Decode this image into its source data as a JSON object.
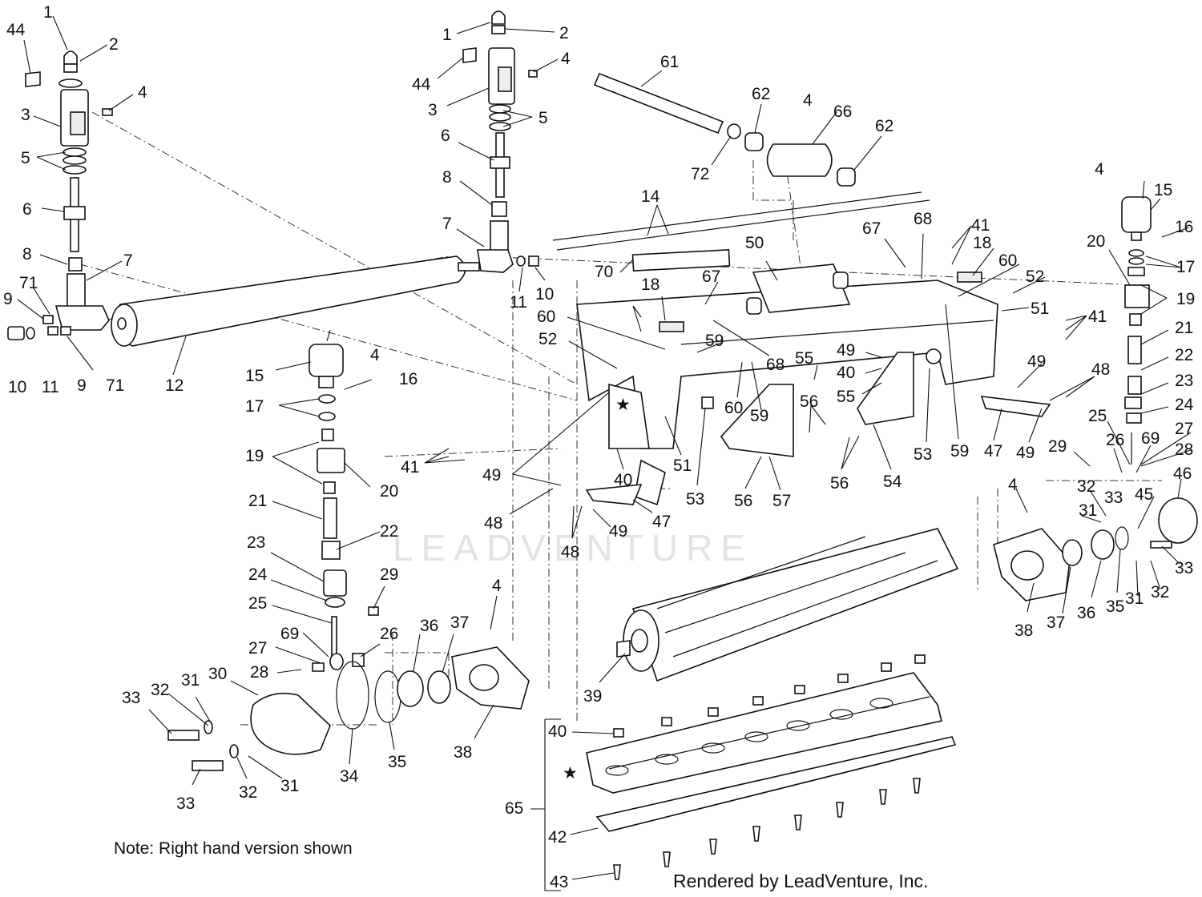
{
  "diagram": {
    "note": "Note: Right hand version shown",
    "credit": "Rendered by LeadVenture, Inc.",
    "watermark": "LEADVENTURE",
    "star_symbol": "★",
    "labels": [
      {
        "id": "l1",
        "text": "1"
      },
      {
        "id": "l2",
        "text": "2"
      },
      {
        "id": "l3",
        "text": "44"
      },
      {
        "id": "l4",
        "text": "3"
      },
      {
        "id": "l5",
        "text": "4"
      },
      {
        "id": "l6",
        "text": "5"
      },
      {
        "id": "l7",
        "text": "6"
      },
      {
        "id": "l8",
        "text": "8"
      },
      {
        "id": "l9",
        "text": "7"
      },
      {
        "id": "l10",
        "text": "9"
      },
      {
        "id": "l11",
        "text": "71"
      },
      {
        "id": "l12",
        "text": "10"
      },
      {
        "id": "l13",
        "text": "11"
      },
      {
        "id": "l14",
        "text": "9"
      },
      {
        "id": "l15",
        "text": "71"
      },
      {
        "id": "l16",
        "text": "12"
      },
      {
        "id": "l17",
        "text": "1"
      },
      {
        "id": "l18",
        "text": "2"
      },
      {
        "id": "l19",
        "text": "4"
      },
      {
        "id": "l20",
        "text": "44"
      },
      {
        "id": "l21",
        "text": "3"
      },
      {
        "id": "l22",
        "text": "5"
      },
      {
        "id": "l23",
        "text": "6"
      },
      {
        "id": "l24",
        "text": "8"
      },
      {
        "id": "l25",
        "text": "7"
      },
      {
        "id": "l26",
        "text": "11"
      },
      {
        "id": "l27",
        "text": "10"
      },
      {
        "id": "l28",
        "text": "61"
      },
      {
        "id": "l29",
        "text": "62"
      },
      {
        "id": "l30",
        "text": "4"
      },
      {
        "id": "l31",
        "text": "66"
      },
      {
        "id": "l32",
        "text": "62"
      },
      {
        "id": "l33",
        "text": "72"
      },
      {
        "id": "l34",
        "text": "14"
      },
      {
        "id": "l35",
        "text": "4"
      },
      {
        "id": "l36",
        "text": "15"
      },
      {
        "id": "l37",
        "text": "16"
      },
      {
        "id": "l38",
        "text": "20"
      },
      {
        "id": "l39",
        "text": "17"
      },
      {
        "id": "l40",
        "text": "19"
      },
      {
        "id": "l41",
        "text": "41"
      },
      {
        "id": "l42",
        "text": "21"
      },
      {
        "id": "l43",
        "text": "22"
      },
      {
        "id": "l44",
        "text": "23"
      },
      {
        "id": "l45",
        "text": "24"
      },
      {
        "id": "l46",
        "text": "27"
      },
      {
        "id": "l47",
        "text": "28"
      },
      {
        "id": "l48",
        "text": "46"
      },
      {
        "id": "l49",
        "text": "25"
      },
      {
        "id": "l50",
        "text": "26"
      },
      {
        "id": "l51",
        "text": "69"
      },
      {
        "id": "l52",
        "text": "29"
      },
      {
        "id": "l53",
        "text": "33"
      },
      {
        "id": "l54",
        "text": "45"
      },
      {
        "id": "l55",
        "text": "32"
      },
      {
        "id": "l56",
        "text": "31"
      },
      {
        "id": "l57",
        "text": "4"
      },
      {
        "id": "l58",
        "text": "33"
      },
      {
        "id": "l59",
        "text": "32"
      },
      {
        "id": "l60",
        "text": "31"
      },
      {
        "id": "l61",
        "text": "35"
      },
      {
        "id": "l62",
        "text": "36"
      },
      {
        "id": "l63",
        "text": "37"
      },
      {
        "id": "l64",
        "text": "38"
      },
      {
        "id": "l65",
        "text": "70"
      },
      {
        "id": "l66",
        "text": "18"
      },
      {
        "id": "l67",
        "text": "67"
      },
      {
        "id": "l68",
        "text": "50"
      },
      {
        "id": "l69",
        "text": "67"
      },
      {
        "id": "l70",
        "text": "68"
      },
      {
        "id": "l71",
        "text": "41"
      },
      {
        "id": "l72",
        "text": "18"
      },
      {
        "id": "l73",
        "text": "60"
      },
      {
        "id": "l74",
        "text": "52"
      },
      {
        "id": "l75",
        "text": "51"
      },
      {
        "id": "l76",
        "text": "41"
      },
      {
        "id": "l77",
        "text": "60"
      },
      {
        "id": "l78",
        "text": "52"
      },
      {
        "id": "l79",
        "text": "59"
      },
      {
        "id": "l80",
        "text": "68"
      },
      {
        "id": "l81",
        "text": "55"
      },
      {
        "id": "l82",
        "text": "49"
      },
      {
        "id": "l83",
        "text": "40"
      },
      {
        "id": "l84",
        "text": "55"
      },
      {
        "id": "l85",
        "text": "49"
      },
      {
        "id": "l86",
        "text": "48"
      },
      {
        "id": "l87",
        "text": "60"
      },
      {
        "id": "l88",
        "text": "59"
      },
      {
        "id": "l89",
        "text": "56"
      },
      {
        "id": "l90",
        "text": "41"
      },
      {
        "id": "l91",
        "text": "49"
      },
      {
        "id": "l92",
        "text": "40"
      },
      {
        "id": "l93",
        "text": "51"
      },
      {
        "id": "l94",
        "text": "53"
      },
      {
        "id": "l95",
        "text": "56"
      },
      {
        "id": "l96",
        "text": "57"
      },
      {
        "id": "l97",
        "text": "56"
      },
      {
        "id": "l98",
        "text": "54"
      },
      {
        "id": "l99",
        "text": "53"
      },
      {
        "id": "l100",
        "text": "59"
      },
      {
        "id": "l101",
        "text": "47"
      },
      {
        "id": "l102",
        "text": "49"
      },
      {
        "id": "l103",
        "text": "48"
      },
      {
        "id": "l104",
        "text": "47"
      },
      {
        "id": "l105",
        "text": "49"
      },
      {
        "id": "l106",
        "text": "48"
      },
      {
        "id": "l107",
        "text": "15"
      },
      {
        "id": "l108",
        "text": "4"
      },
      {
        "id": "l109",
        "text": "16"
      },
      {
        "id": "l110",
        "text": "17"
      },
      {
        "id": "l111",
        "text": "19"
      },
      {
        "id": "l112",
        "text": "20"
      },
      {
        "id": "l113",
        "text": "21"
      },
      {
        "id": "l114",
        "text": "22"
      },
      {
        "id": "l115",
        "text": "23"
      },
      {
        "id": "l116",
        "text": "24"
      },
      {
        "id": "l117",
        "text": "25"
      },
      {
        "id": "l118",
        "text": "26"
      },
      {
        "id": "l119",
        "text": "29"
      },
      {
        "id": "l120",
        "text": "27"
      },
      {
        "id": "l121",
        "text": "69"
      },
      {
        "id": "l122",
        "text": "28"
      },
      {
        "id": "l123",
        "text": "30"
      },
      {
        "id": "l124",
        "text": "32"
      },
      {
        "id": "l125",
        "text": "31"
      },
      {
        "id": "l126",
        "text": "33"
      },
      {
        "id": "l127",
        "text": "33"
      },
      {
        "id": "l128",
        "text": "32"
      },
      {
        "id": "l129",
        "text": "31"
      },
      {
        "id": "l130",
        "text": "34"
      },
      {
        "id": "l131",
        "text": "35"
      },
      {
        "id": "l132",
        "text": "36"
      },
      {
        "id": "l133",
        "text": "37"
      },
      {
        "id": "l134",
        "text": "4"
      },
      {
        "id": "l135",
        "text": "38"
      },
      {
        "id": "l136",
        "text": "39"
      },
      {
        "id": "l137",
        "text": "40"
      },
      {
        "id": "l138",
        "text": "65"
      },
      {
        "id": "l139",
        "text": "42"
      },
      {
        "id": "l140",
        "text": "43"
      }
    ]
  }
}
